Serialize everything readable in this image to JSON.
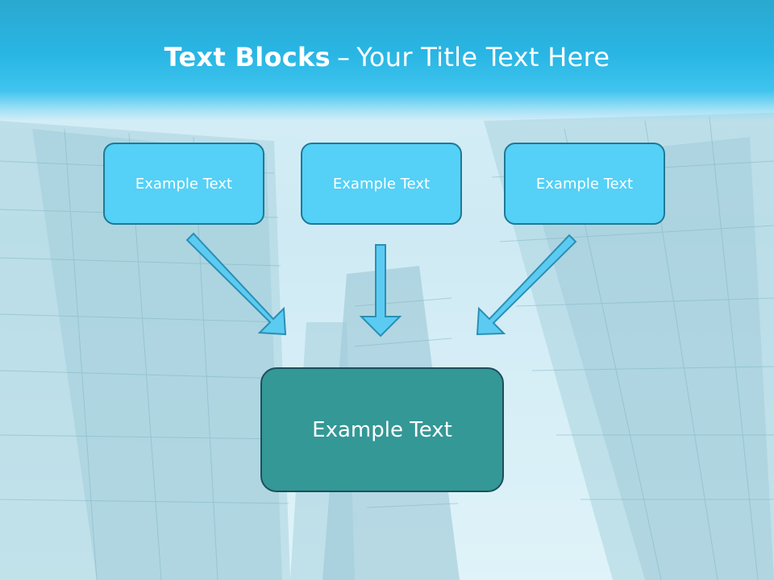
{
  "title": {
    "bold": "Text Blocks",
    "separator": "–",
    "rest": "Your Title Text Here"
  },
  "boxes": {
    "top_left": "Example Text",
    "top_center": "Example Text",
    "top_right": "Example Text",
    "bottom": "Example Text"
  },
  "colors": {
    "title_band": "#29b6e4",
    "top_box_fill": "#55d0f6",
    "bottom_box_fill": "#339896",
    "arrow_fill": "#5ccbf2"
  }
}
